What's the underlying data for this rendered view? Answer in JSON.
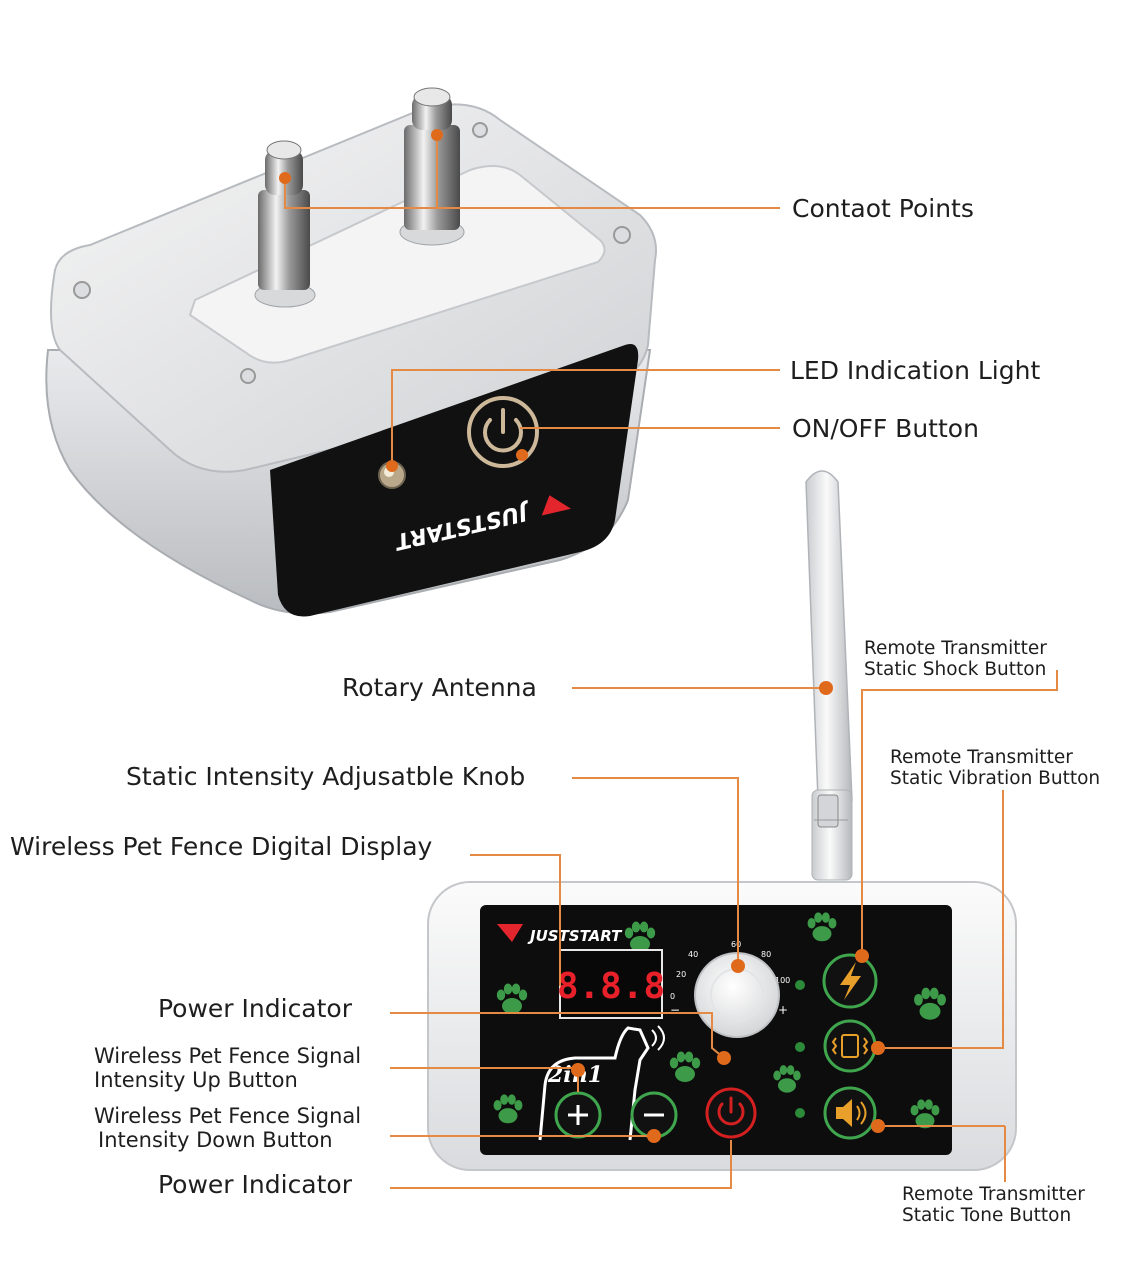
{
  "labels": {
    "contact_points": "Contaot Points",
    "led_indication_light": "LED Indication Light",
    "on_off_button": "ON/OFF Button",
    "rotary_antenna": "Rotary Antenna",
    "static_intensity_knob": "Static Intensity Adjusatble Knob",
    "digital_display": "Wireless Pet Fence Digital Display",
    "power_indicator_top": "Power Indicator",
    "signal_up_button": [
      "Wireless Pet Fence Signal",
      "Intensity Up Button"
    ],
    "signal_down_button": [
      "Wireless Pet Fence Signal",
      "Intensity Down Button"
    ],
    "power_indicator_bottom": "Power Indicator",
    "shock_button": [
      "Remote Transmitter",
      "Static Shock Button"
    ],
    "vibration_button": [
      "Remote Transmitter",
      "Static Vibration Button"
    ],
    "tone_button": [
      "Remote Transmitter",
      "Static Tone Button"
    ]
  },
  "device": {
    "collar_brand": "JUSTSTART",
    "transmitter_brand": "JUSTSTART",
    "display_readout": "8.8.8",
    "model_badge": "2in1",
    "dial_scale": [
      "0",
      "20",
      "40",
      "60",
      "80",
      "100"
    ],
    "dial_minus": "−",
    "dial_plus": "+"
  },
  "colors": {
    "leader_line": "#e58a45",
    "leader_dot": "#e06a1c",
    "panel_black": "#0d0d0d",
    "paw_green": "#3d9a48",
    "display_red": "#e8202a",
    "power_red": "#d42020",
    "button_green_ring": "#3fa64e"
  },
  "icons": [
    "power-icon",
    "lightning-icon",
    "vibration-icon",
    "speaker-icon",
    "plus-icon",
    "minus-icon",
    "paw-icon",
    "dog-icon",
    "brand-logo"
  ]
}
